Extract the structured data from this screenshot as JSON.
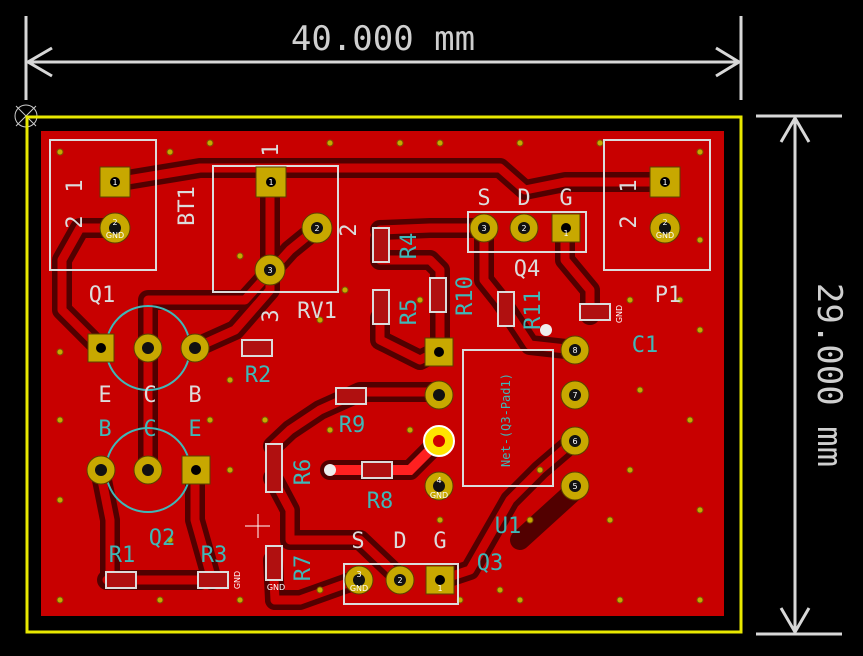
{
  "board": {
    "width_dim": "40.000 mm",
    "height_dim": "29.000 mm",
    "colors": {
      "copper": "#c80000",
      "dark_copper": "#800000",
      "edge": "#e8e800",
      "silk": "#dcdcdc",
      "courtyard": "#3fb8b8",
      "pad": "#c8a800"
    }
  },
  "refs": {
    "q1": "Q1",
    "q2": "Q2",
    "q3": "Q3",
    "q4": "Q4",
    "bt1": "BT1",
    "rv1": "RV1",
    "p1": "P1",
    "r1": "R1",
    "r2": "R2",
    "r3": "R3",
    "r4": "R4",
    "r5": "R5",
    "r6": "R6",
    "r7": "R7",
    "r8": "R8",
    "r9": "R9",
    "r10": "R10",
    "r11": "R11",
    "c1": "C1",
    "u1": "U1"
  },
  "silk": {
    "q1_e": "E",
    "q1_c": "C",
    "q1_b": "B",
    "q2_b": "B",
    "q2_c": "C",
    "q2_e": "E",
    "q3_s": "S",
    "q3_d": "D",
    "q3_g": "G",
    "q4_s": "S",
    "q4_d": "D",
    "q4_g": "G",
    "bt1_1": "1",
    "bt1_2": "2",
    "rv1_1": "1",
    "rv1_2": "2",
    "rv1_3": "3",
    "p1_1": "1",
    "p1_2": "2"
  },
  "net_label": "Net-(Q3-Pad1)",
  "pad_labels": {
    "gnd": "GND",
    "one": "1",
    "two": "2",
    "three": "3",
    "four": "4",
    "five": "5",
    "six": "6",
    "seven": "7",
    "eight": "8"
  }
}
